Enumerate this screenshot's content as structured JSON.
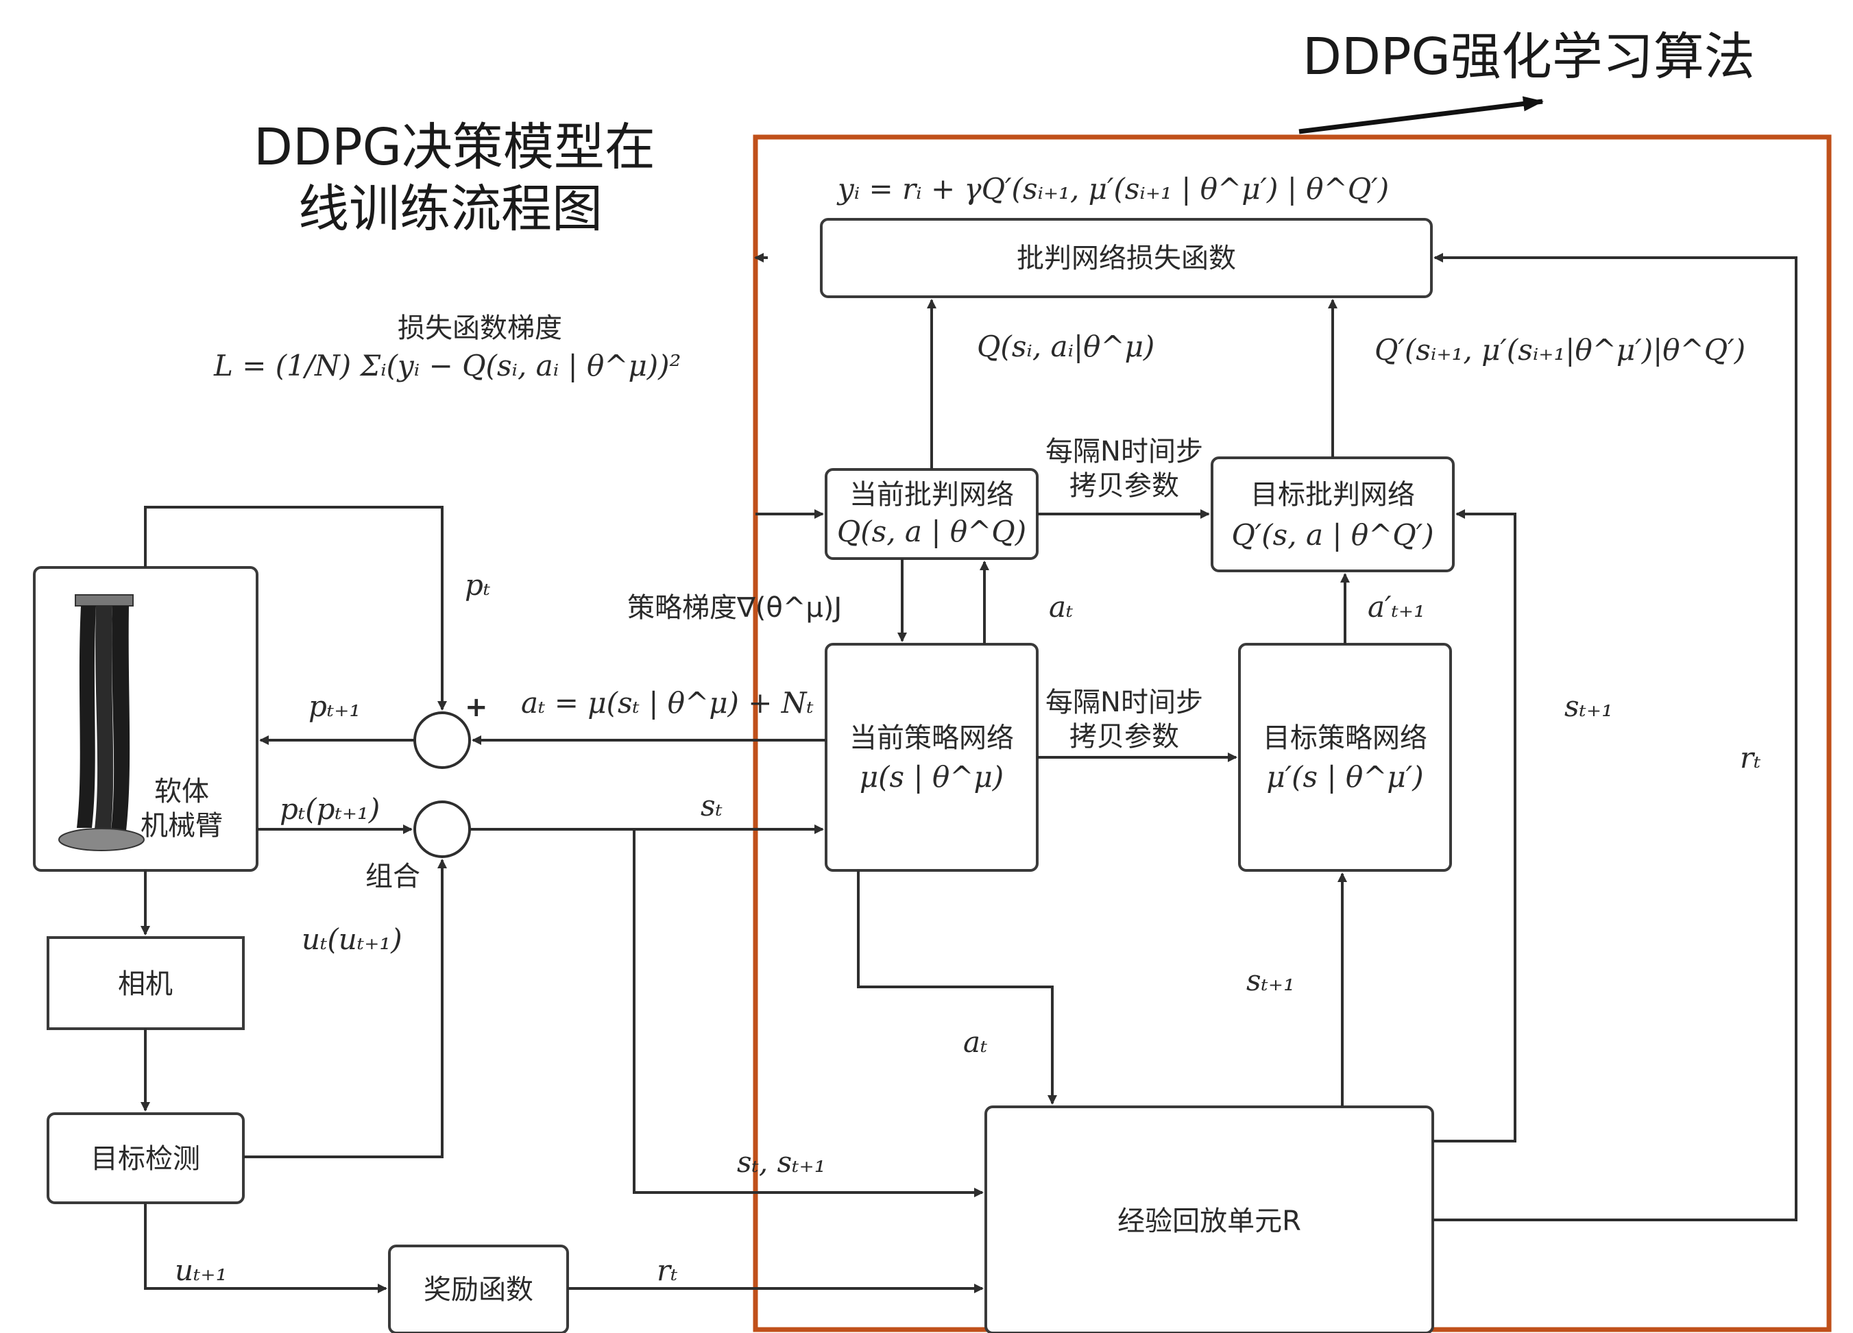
{
  "titles": {
    "algorithm": "DDPG强化学习算法",
    "model_line1": "DDPG决策模型在",
    "model_line2": "线训练流程图"
  },
  "colors": {
    "frame": "#c0501a",
    "line": "#2e2e2e"
  },
  "boxes": {
    "critic_loss": "批判网络损失函数",
    "current_critic_1": "当前批判网络",
    "current_critic_2": "Q(s, a | θ^Q)",
    "target_critic_1": "目标批判网络",
    "target_critic_2": "Q′(s, a | θ^Q′)",
    "current_actor_1": "当前策略网络",
    "current_actor_2": "μ(s | θ^μ)",
    "target_actor_1": "目标策略网络",
    "target_actor_2": "μ′(s | θ^μ′)",
    "soft_arm_1": "软体",
    "soft_arm_2": "机械臂",
    "camera": "相机",
    "target_detect": "目标检测",
    "reward": "奖励函数",
    "replay": "经验回放单元R"
  },
  "labels": {
    "yi_formula": "yᵢ = rᵢ + γQ′(sᵢ₊₁, μ′(sᵢ₊₁ | θ^μ′) | θ^Q′)",
    "loss_grad_title": "损失函数梯度",
    "loss_formula": "L = (1/N) Σᵢ(yᵢ − Q(sᵢ, aᵢ | θ^μ))²",
    "q_si_ai": "Q(sᵢ, aᵢ|θ^μ)",
    "q_prime": "Q′(sᵢ₊₁, μ′(sᵢ₊₁|θ^μ′)|θ^Q′)",
    "copy_1a": "每隔N时间步",
    "copy_1b": "拷贝参数",
    "copy_2a": "每隔N时间步",
    "copy_2b": "拷贝参数",
    "policy_grad": "策略梯度∇(θ^μ)J",
    "a_t_up": "aₜ",
    "a_prime": "a′ₜ₊₁",
    "p_t": "pₜ",
    "p_t1": "pₜ₊₁",
    "plus": "+",
    "a_t_formula": "aₜ = μ(sₜ | θ^μ) + Nₜ",
    "pt_pt1": "pₜ(pₜ₊₁)",
    "combine": "组合",
    "s_t": "sₜ",
    "ut_ut1": "uₜ(uₜ₊₁)",
    "s_t1_right": "sₜ₊₁",
    "r_t_right": "rₜ",
    "s_t1_mid": "sₜ₊₁",
    "a_t_low": "aₜ",
    "st_st1": "sₜ, sₜ₊₁",
    "u_t1": "uₜ₊₁",
    "r_t_low": "rₜ"
  }
}
